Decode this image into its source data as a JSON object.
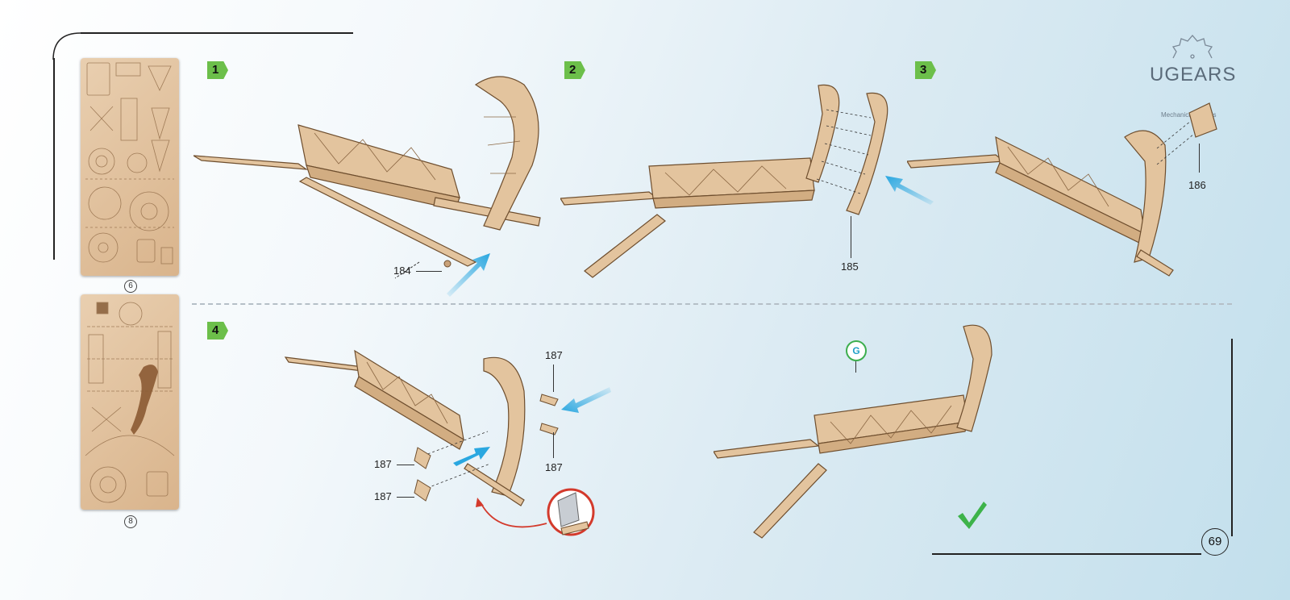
{
  "brand": {
    "name": "UGEARS",
    "tagline": "Mechanical models",
    "gear_icon": "gear-outline-icon"
  },
  "page_number": "69",
  "sheets": [
    {
      "number": "6"
    },
    {
      "number": "8"
    }
  ],
  "steps": [
    {
      "label": "1",
      "parts": [
        "184"
      ]
    },
    {
      "label": "2",
      "parts": [
        "185"
      ]
    },
    {
      "label": "3",
      "parts": [
        "186"
      ]
    },
    {
      "label": "4",
      "parts": [
        "187",
        "187",
        "187",
        "187"
      ]
    }
  ],
  "final": {
    "marker": "G",
    "check_icon": "checkmark-icon"
  },
  "colors": {
    "step_badge": "#6cbf4a",
    "arrow": "#2aa7e0",
    "wood": "#e3c49e",
    "check": "#3db34a"
  }
}
